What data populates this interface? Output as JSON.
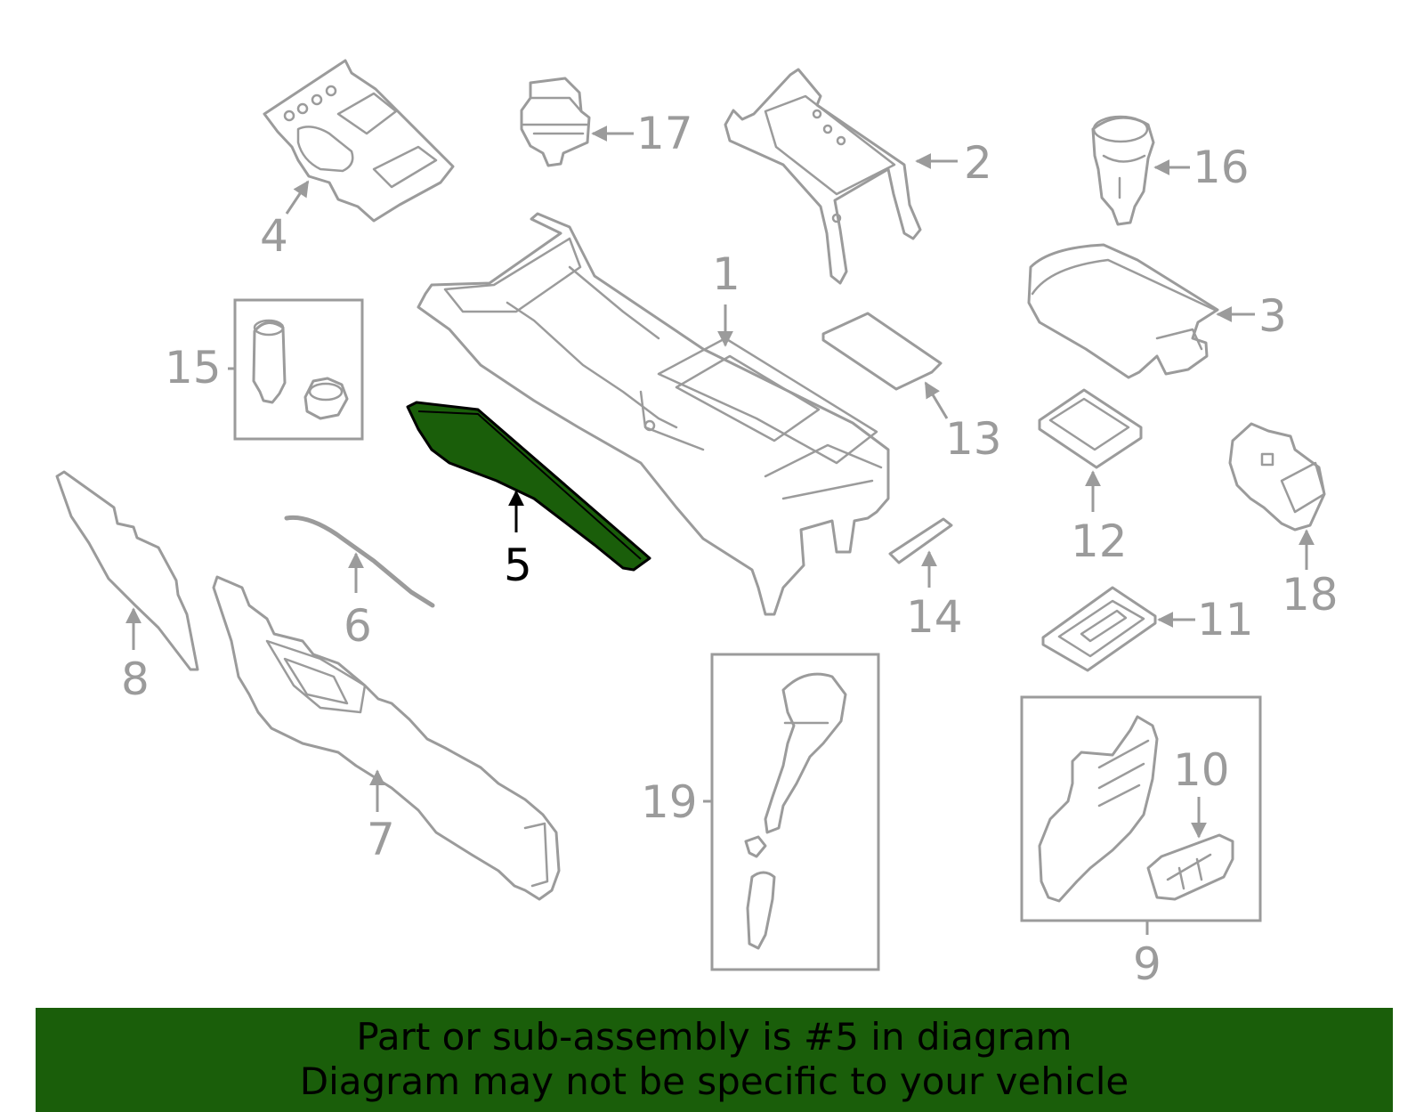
{
  "colors": {
    "highlight": "#1a5e0a",
    "parts": "#9b9b9b",
    "banner_bg": "#1a5e0a",
    "banner_text": "#000000"
  },
  "diagram": {
    "highlighted_part": "5",
    "callouts": [
      "1",
      "2",
      "3",
      "4",
      "5",
      "6",
      "7",
      "8",
      "9",
      "10",
      "11",
      "12",
      "13",
      "14",
      "15",
      "16",
      "17",
      "18",
      "19"
    ]
  },
  "banner": {
    "line1": "Part or sub-assembly is #5 in diagram",
    "line2": "Diagram may not be specific to your vehicle"
  }
}
